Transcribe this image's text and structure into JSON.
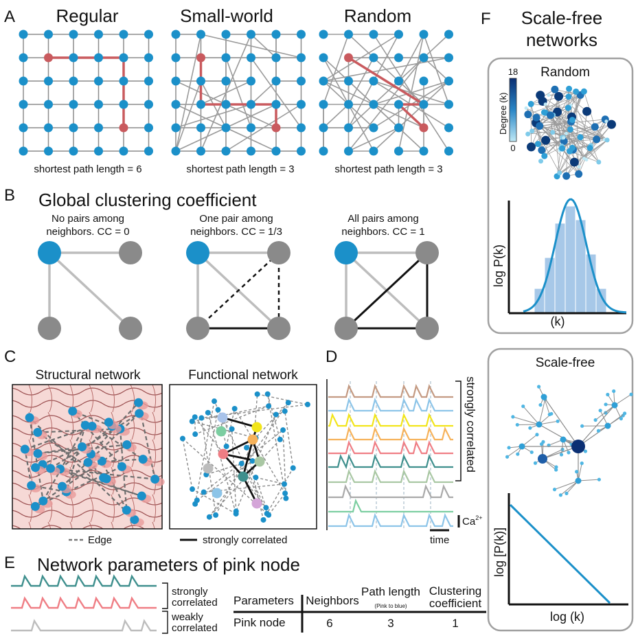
{
  "panels": {
    "A": {
      "letter": "A",
      "networks": [
        {
          "title": "Regular",
          "caption": "shortest path length = 6"
        },
        {
          "title": "Small-world",
          "caption": "shortest path length = 3"
        },
        {
          "title": "Random",
          "caption": "shortest path length = 3"
        }
      ]
    },
    "B": {
      "letter": "B",
      "title": "Global clustering coefficient",
      "cases": [
        {
          "line1": "No pairs among",
          "line2": "neighbors. CC = 0"
        },
        {
          "line1": "One pair among",
          "line2": "neighbors. CC = 1/3"
        },
        {
          "line1": "All pairs among",
          "line2": "neighbors. CC = 1"
        }
      ]
    },
    "C": {
      "letter": "C",
      "structural_title": "Structural network",
      "functional_title": "Functional network",
      "edge_legend": "Edge",
      "corr_legend": "strongly correlated"
    },
    "D": {
      "letter": "D",
      "bracket_label": "strongly correlated",
      "scale_label": "Ca",
      "scale_sup": "2+",
      "time_label": "time"
    },
    "E": {
      "letter": "E",
      "title": "Network parameters of pink node",
      "strong_label": [
        "strongly",
        "correlated"
      ],
      "weak_label": [
        "weakly",
        "correlated"
      ],
      "table": {
        "headers": [
          "Parameters",
          "Neighbors",
          "Path length",
          "Clustering"
        ],
        "header2": [
          "",
          "",
          "(Pink to blue)",
          "coefficient"
        ],
        "row": [
          "Pink node",
          "6",
          "3",
          "1"
        ]
      }
    },
    "F": {
      "letter": "F",
      "title": [
        "Scale-free",
        "networks"
      ],
      "random_title": "Random",
      "colorbar": {
        "max": "18",
        "min": "0",
        "label": "Degree (k)"
      },
      "random_xlabel": "(k)",
      "random_ylabel": "log P(k)",
      "scalefree_title": "Scale-free",
      "sf_xlabel": "log (k)",
      "sf_ylabel": "log [P(k)]"
    }
  },
  "colors": {
    "blue": "#1b90c9",
    "red": "#c95a5e",
    "gray_node": "#8a8a8a",
    "dark_blue": "#0b3a78"
  }
}
